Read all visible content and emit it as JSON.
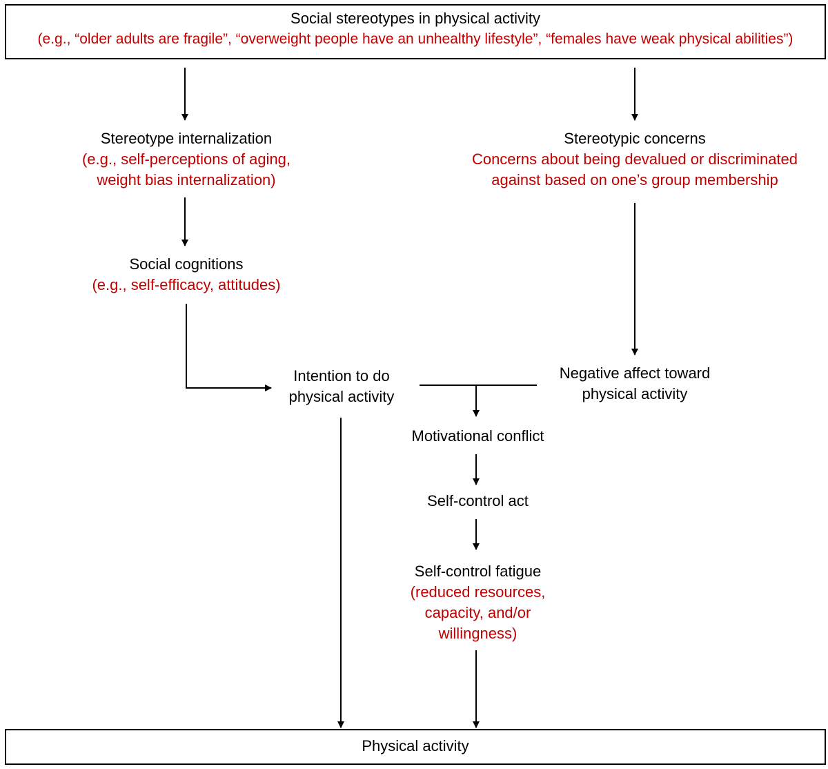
{
  "colors": {
    "title": "#000000",
    "example": "#c00000",
    "line": "#000000"
  },
  "nodes": {
    "stereotypes": {
      "title": "Social stereotypes in physical activity",
      "sub": "(e.g., “older adults are fragile”, “overweight people have an unhealthy lifestyle”, “females have weak physical abilities”)"
    },
    "internalization": {
      "title": "Stereotype internalization",
      "sub1": "(e.g., self-perceptions of aging,",
      "sub2": "weight bias internalization)"
    },
    "concerns": {
      "title": "Stereotypic concerns",
      "sub1": "Concerns about being devalued or discriminated",
      "sub2": "against based on one’s group membership"
    },
    "cognitions": {
      "title": "Social cognitions",
      "sub": "(e.g., self-efficacy, attitudes)"
    },
    "intention": {
      "line1": "Intention to do",
      "line2": "physical activity"
    },
    "negative": {
      "line1": "Negative affect toward",
      "line2": "physical activity"
    },
    "conflict": {
      "title": "Motivational conflict"
    },
    "act": {
      "title": "Self-control act"
    },
    "fatigue": {
      "title": "Self-control fatigue",
      "sub1": "(reduced resources,",
      "sub2": "capacity, and/or",
      "sub3": "willingness)"
    },
    "activity": {
      "title": "Physical activity"
    }
  }
}
